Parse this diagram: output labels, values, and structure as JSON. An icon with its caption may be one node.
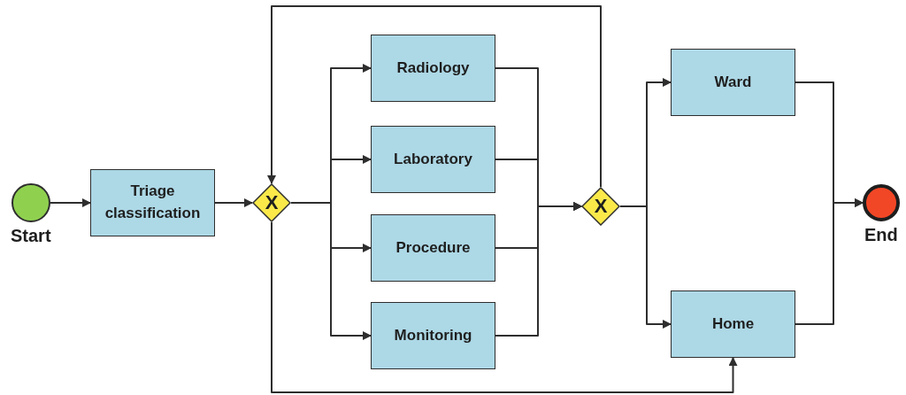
{
  "diagram": {
    "nodes": [
      {
        "text": [],
        "shape": "circle",
        "beside": [
          "Start"
        ]
      },
      {
        "text": [
          "Triage classification"
        ]
      },
      {
        "text": [
          "X"
        ]
      },
      {
        "text": [
          "Radiology"
        ]
      },
      {
        "text": [
          "Laboratory"
        ]
      },
      {
        "text": [
          "Procedure"
        ]
      },
      {
        "text": [
          "Monitoring"
        ]
      },
      {
        "text": [
          "X"
        ]
      },
      {
        "text": [
          "Ward"
        ]
      },
      {
        "text": [
          "Home"
        ]
      },
      {
        "text": [],
        "shape": "circle",
        "beside": [
          "End"
        ]
      }
    ],
    "edges": [
      {
        "from": 0,
        "to": 1,
        "arrow": "to"
      },
      {
        "from": 1,
        "to": 2,
        "arrow": "to"
      },
      {
        "from": 2,
        "to": 3,
        "arrow": "to"
      },
      {
        "from": 2,
        "to": 4,
        "arrow": "to"
      },
      {
        "from": 2,
        "to": 5,
        "arrow": "to"
      },
      {
        "from": 2,
        "to": 6,
        "arrow": "to"
      },
      {
        "from": 3,
        "to": 7,
        "arrow": "to"
      },
      {
        "from": 4,
        "to": 7,
        "arrow": "to"
      },
      {
        "from": 5,
        "to": 7,
        "arrow": "to"
      },
      {
        "from": 6,
        "to": 7,
        "arrow": "to"
      },
      {
        "from": 7,
        "to": 2,
        "arrow": "to"
      },
      {
        "from": 2,
        "to": 9,
        "arrow": "to"
      },
      {
        "from": 7,
        "to": 8,
        "arrow": "to"
      },
      {
        "from": 7,
        "to": 9,
        "arrow": "to"
      },
      {
        "from": 8,
        "to": 10,
        "arrow": "to"
      },
      {
        "from": 9,
        "to": 10,
        "arrow": "to"
      }
    ]
  }
}
